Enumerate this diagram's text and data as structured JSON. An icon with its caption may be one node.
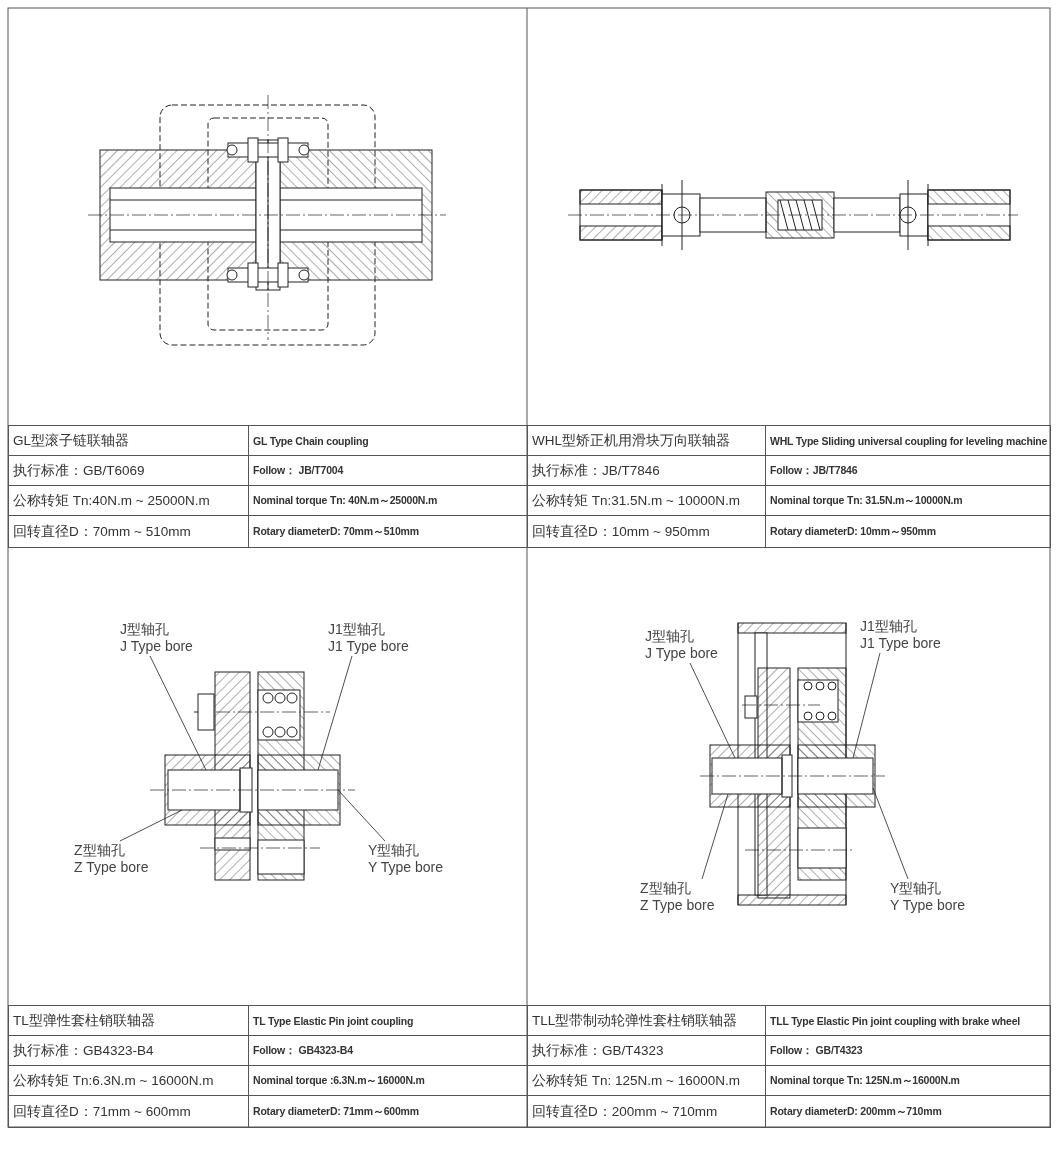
{
  "diagram": {
    "nodes": [
      {
        "text": [
          "J型轴孔",
          "J Type bore"
        ]
      },
      {
        "text": [
          "J1型轴孔",
          "J1 Type bore"
        ]
      },
      {
        "text": [
          "Z型轴孔",
          "Z Type bore"
        ]
      },
      {
        "text": [
          "Y型轴孔",
          "Y Type bore"
        ]
      },
      {
        "text": [
          "J型轴孔",
          "J Type bore"
        ]
      },
      {
        "text": [
          "J1型轴孔",
          "J1 Type bore"
        ]
      },
      {
        "text": [
          "Z型轴孔",
          "Z Type bore"
        ]
      },
      {
        "text": [
          "Y型轴孔",
          "Y Type bore"
        ]
      },
      {
        "text": [],
        "shape": "box"
      },
      {
        "text": [],
        "shape": "box"
      },
      {
        "text": [],
        "shape": "box"
      },
      {
        "text": [],
        "shape": "box"
      }
    ],
    "edges": [
      {
        "from": 0,
        "to": 8,
        "arrow": "none"
      },
      {
        "from": 1,
        "to": 9,
        "arrow": "none"
      },
      {
        "from": 2,
        "to": 8,
        "arrow": "none"
      },
      {
        "from": 3,
        "to": 9,
        "arrow": "none"
      },
      {
        "from": 4,
        "to": 10,
        "arrow": "none"
      },
      {
        "from": 5,
        "to": 11,
        "arrow": "none"
      },
      {
        "from": 6,
        "to": 10,
        "arrow": "none"
      },
      {
        "from": 7,
        "to": 11,
        "arrow": "none"
      }
    ],
    "labels": [
      "GL型滚子链联轴器",
      "GL Type Chain coupling",
      "WHL型矫正机用滑块万向联轴器",
      "WHL Type Sliding universal coupling for leveling machine",
      "执行标准：GB/T6069",
      "Follow： JB/T7004",
      "执行标准：JB/T7846",
      "Follow：JB/T7846",
      "公称转矩 Tn:40N.m ~ 25000N.m",
      "Nominal torque Tn: 40N.m～25000N.m",
      "公称转矩 Tn:31.5N.m ~ 10000N.m",
      "Nominal torque Tn: 31.5N.m～10000N.m",
      "回转直径D：70mm ~ 510mm",
      "Rotary diameterD: 70mm～510mm",
      "回转直径D：10mm ~ 950mm",
      "Rotary diameterD: 10mm～950mm",
      "TL型弹性套柱销联轴器",
      "TL Type Elastic Pin joint coupling",
      "TLL型带制动轮弹性套柱销联轴器",
      "TLL Type Elastic Pin joint coupling with brake wheel",
      "执行标准：GB4323-B4",
      "Follow： GB4323-B4",
      "执行标准：GB/T4323",
      "Follow： GB/T4323",
      "公称转矩 Tn:6.3N.m ~ 16000N.m",
      "Nominal torque :6.3N.m～16000N.m",
      "公称转矩 Tn: 125N.m ~ 16000N.m",
      "Nominal torque Tn: 125N.m～16000N.m",
      "回转直径D：71mm ~ 600mm",
      "Rotary diameterD: 71mm～600mm",
      "回转直径D：200mm ~ 710mm",
      "Rotary diameterD: 200mm～710mm"
    ]
  }
}
